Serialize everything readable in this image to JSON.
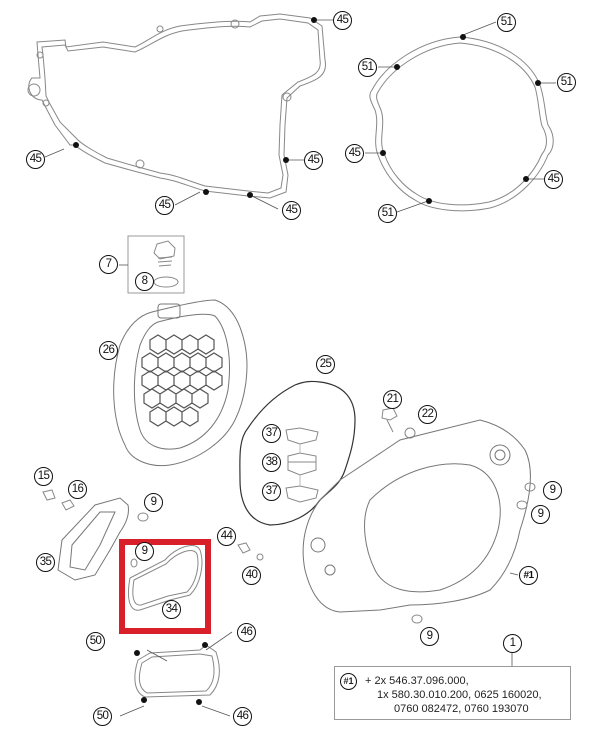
{
  "diagram": {
    "type": "exploded parts diagram",
    "subject": "engine covers, gaskets and water pump cover",
    "highlight": {
      "label": "34",
      "color": "#d91f2a",
      "contains": [
        "9",
        "34"
      ]
    }
  },
  "callouts": {
    "c45a": "45",
    "c45b": "45",
    "c45c": "45",
    "c45d": "45",
    "c45e": "45",
    "c45f": "45",
    "c45g": "45",
    "c51a": "51",
    "c51b": "51",
    "c51c": "51",
    "c51d": "51",
    "c7": "7",
    "c8": "8",
    "c26": "26",
    "c25": "25",
    "c21": "21",
    "c22": "22",
    "c37a": "37",
    "c38": "38",
    "c37b": "37",
    "c15": "15",
    "c16": "16",
    "c9a": "9",
    "c9b": "9",
    "c9c": "9",
    "c9d": "9",
    "c9e": "9",
    "c35": "35",
    "c34": "34",
    "c44": "44",
    "c40": "40",
    "c50a": "50",
    "c50b": "50",
    "c46a": "46",
    "c46b": "46",
    "c1": "1",
    "cref": "#1"
  },
  "note": {
    "ref": "#1",
    "line1": "+ 2x 546.37.096.000,",
    "line2": "1x 580.30.010.200, 0625 160020,",
    "line3": "0760 082472, 0760 193070"
  }
}
